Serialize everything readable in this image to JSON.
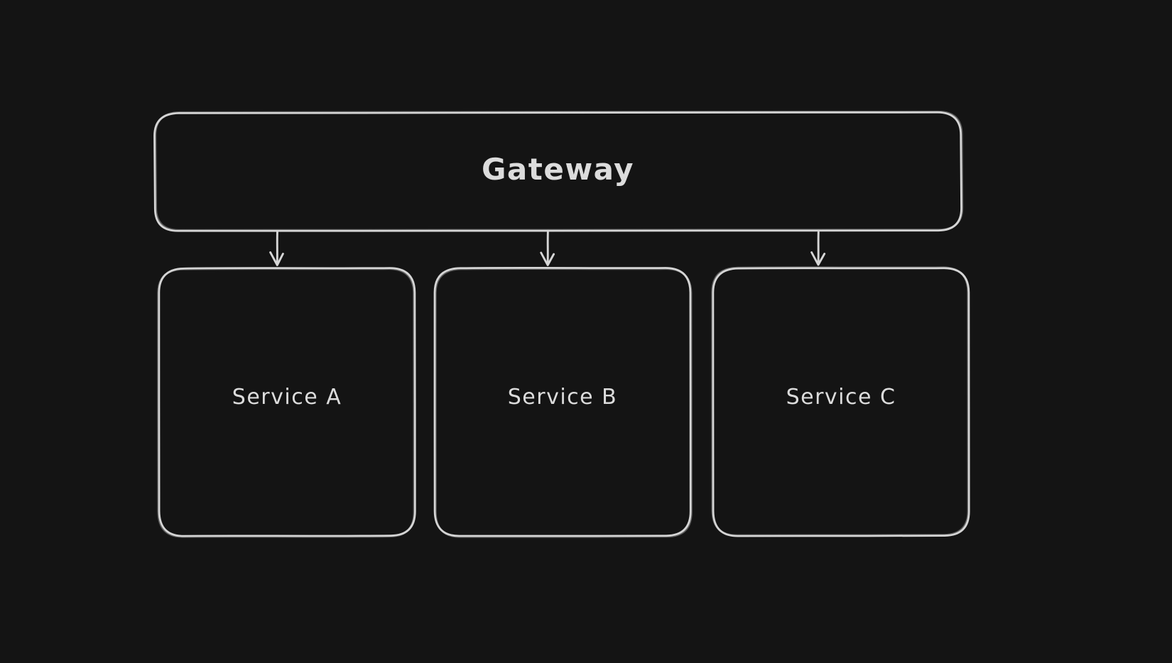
{
  "diagram": {
    "colors": {
      "background": "#141414",
      "stroke": "#d6d6d6",
      "text": "#dcdcdc"
    },
    "nodes": [
      {
        "id": "gateway",
        "label": "Gateway"
      },
      {
        "id": "service-a",
        "label": "Service A"
      },
      {
        "id": "service-b",
        "label": "Service B"
      },
      {
        "id": "service-c",
        "label": "Service C"
      }
    ],
    "edges": [
      {
        "from": "gateway",
        "to": "service-a",
        "direction": "down"
      },
      {
        "from": "gateway",
        "to": "service-b",
        "direction": "down"
      },
      {
        "from": "gateway",
        "to": "service-c",
        "direction": "down"
      }
    ]
  }
}
